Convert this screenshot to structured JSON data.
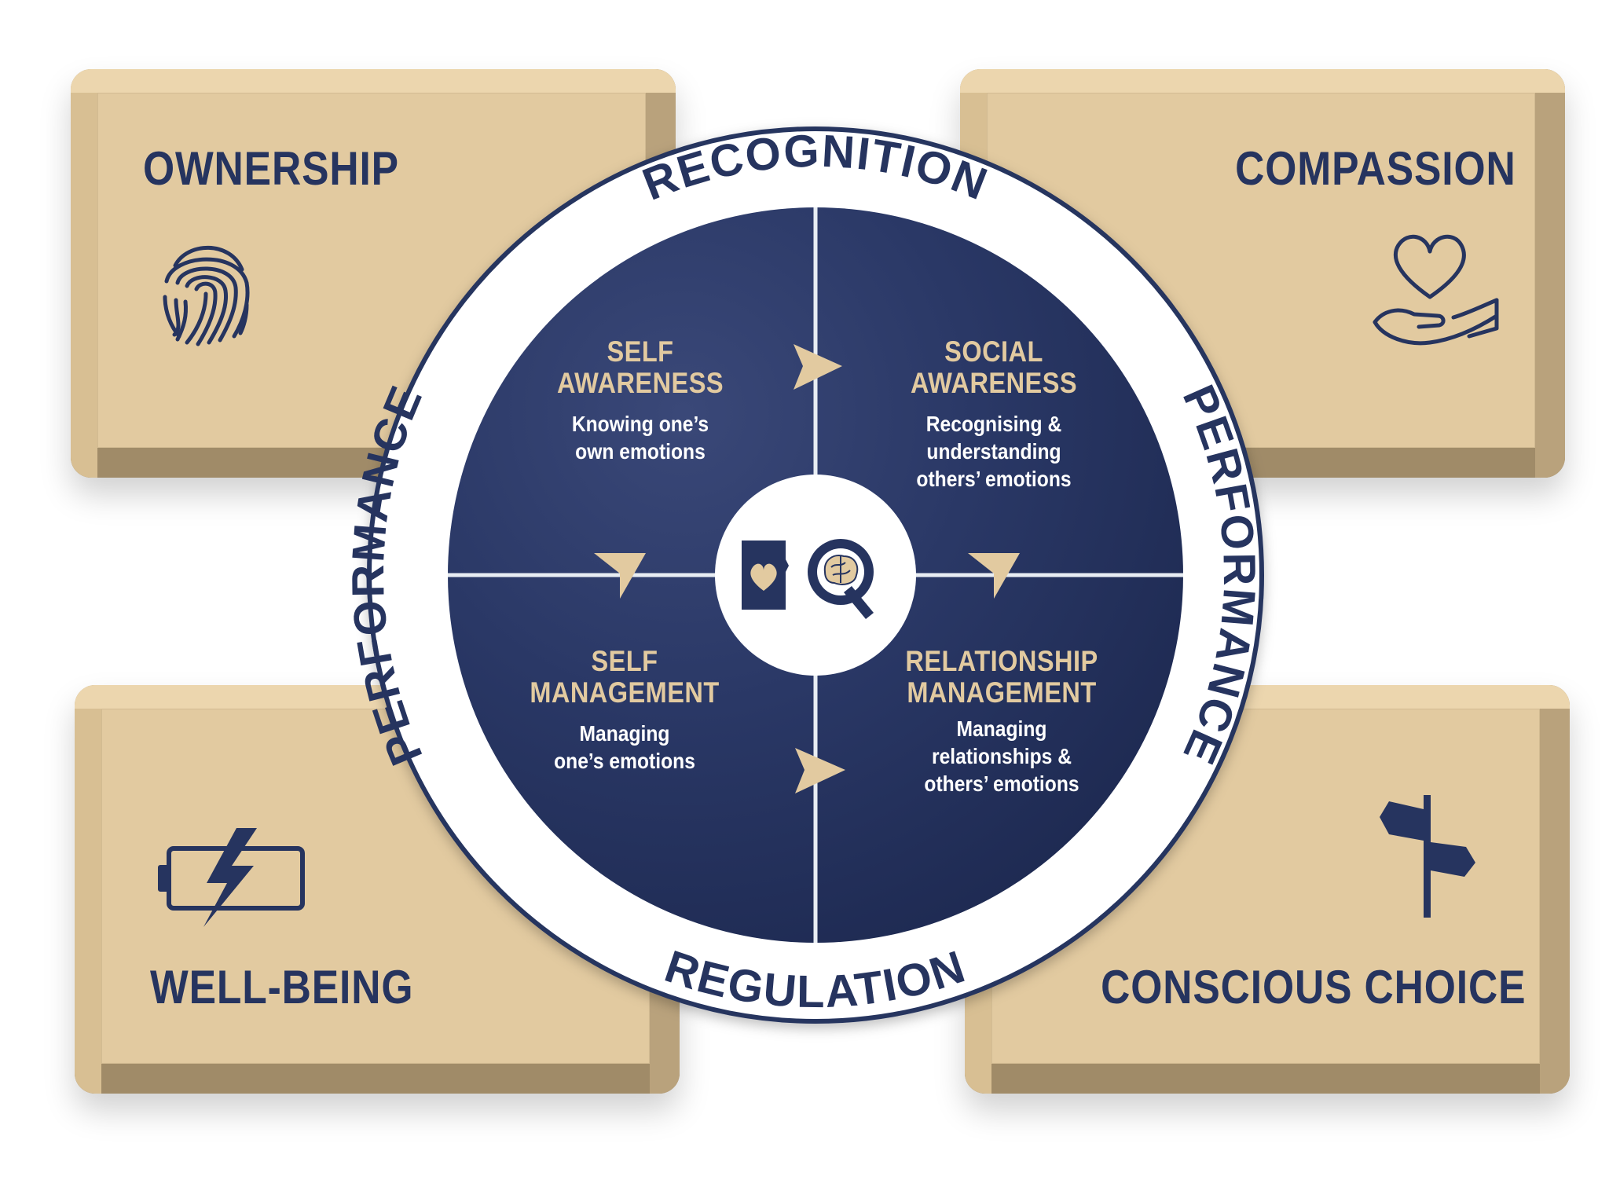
{
  "corners": {
    "top_left": {
      "label": "OWNERSHIP",
      "icon": "fingerprint-icon"
    },
    "top_right": {
      "label": "COMPASSION",
      "icon": "heart-in-hand-icon"
    },
    "bottom_left": {
      "label": "WELL-BEING",
      "icon": "charging-battery-icon"
    },
    "bottom_right": {
      "label": "CONSCIOUS CHOICE",
      "icon": "signpost-icon"
    }
  },
  "ring": {
    "top": "RECOGNITION",
    "bottom": "REGULATION",
    "left": "PERFORMANCE",
    "right": "PERFORMANCE"
  },
  "quadrants": {
    "self_awareness": {
      "title_line1": "SELF",
      "title_line2": "AWARENESS",
      "desc_line1": "Knowing one’s",
      "desc_line2": "own emotions"
    },
    "social_awareness": {
      "title_line1": "SOCIAL",
      "title_line2": "AWARENESS",
      "desc_line1": "Recognising &",
      "desc_line2": "understanding",
      "desc_line3": "others’ emotions"
    },
    "self_management": {
      "title_line1": "SELF",
      "title_line2": "MANAGEMENT",
      "desc_line1": "Managing",
      "desc_line2": "one’s emotions"
    },
    "relationship_management": {
      "title_line1": "RELATIONSHIP",
      "title_line2": "MANAGEMENT",
      "desc_line1": "Managing",
      "desc_line2": "relationships &",
      "desc_line3": "others’ emotions"
    }
  },
  "center_logo": {
    "icon": "eq-logo-icon"
  },
  "colors": {
    "navy": "#26345f",
    "tan": "#e2caa0",
    "white": "#ffffff"
  }
}
